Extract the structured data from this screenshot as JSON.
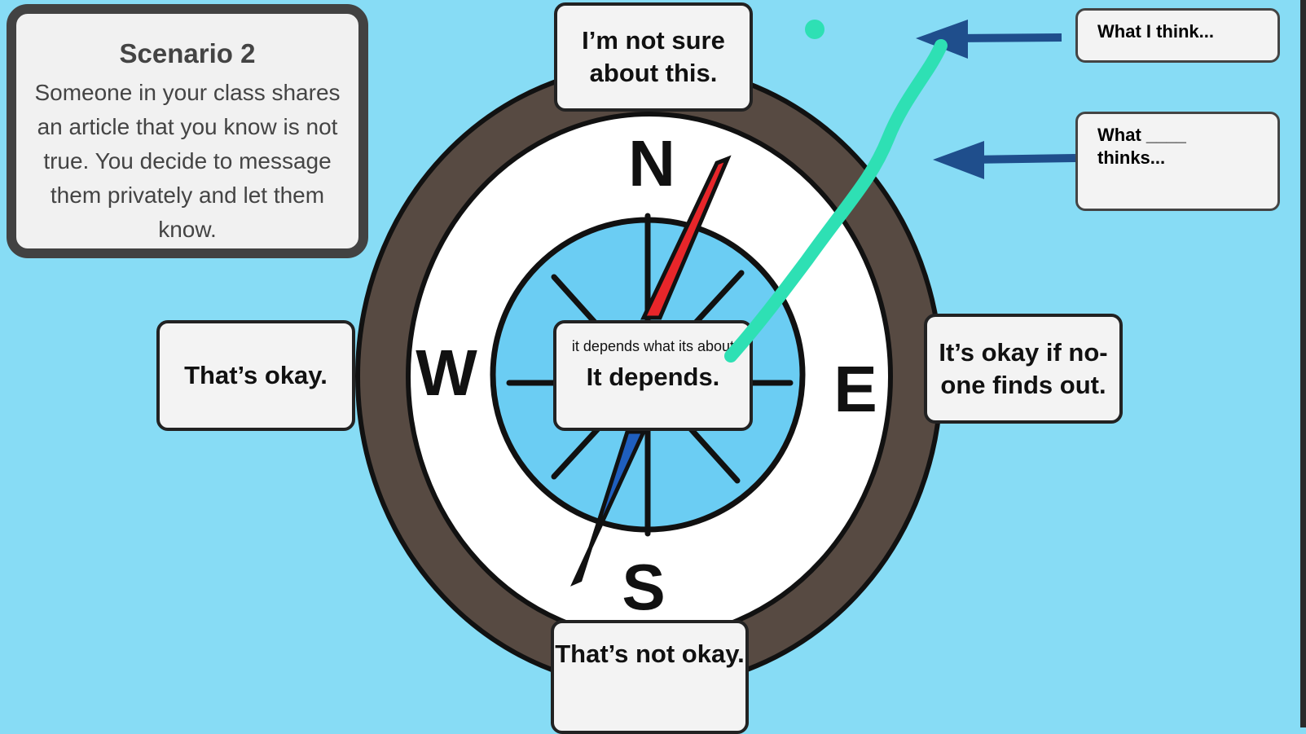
{
  "scenario": {
    "title": "Scenario 2",
    "text": "Someone in your class shares an article that you know is not true. You decide to message them privately and let them know."
  },
  "compass": {
    "north": "N",
    "south": "S",
    "east": "E",
    "west": "W",
    "north_label": "I’m not sure about this.",
    "south_label": "That’s not okay.",
    "east_label": "It’s okay if no-one finds out.",
    "west_label": "That’s okay.",
    "center_label": "It depends.",
    "center_note": "it depends what its about"
  },
  "side_boxes": {
    "self": "What I think...",
    "other_line1": "What ____",
    "other_line2": "thinks..."
  },
  "colors": {
    "background": "#87dcf5",
    "arrow": "#1f4e8c",
    "pen": "#2ee0b4",
    "needle_north": "#e8262a",
    "needle_south": "#1f5fbf"
  }
}
